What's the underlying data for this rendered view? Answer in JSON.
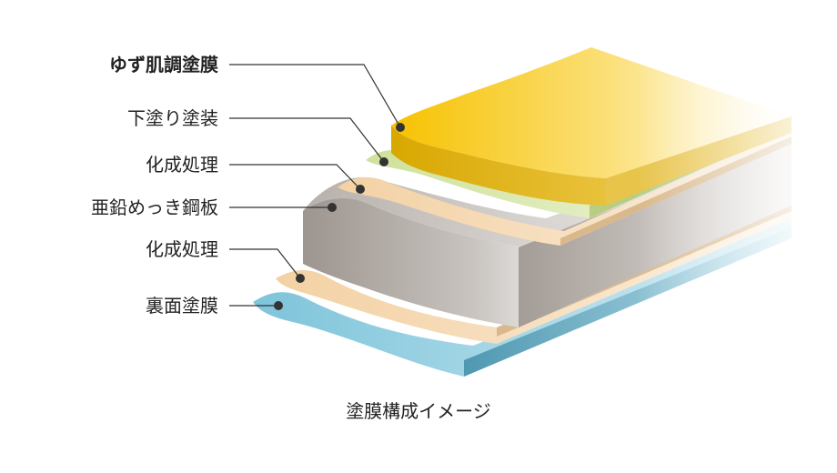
{
  "layers": [
    {
      "id": "topcoat",
      "label": "ゆず肌調塗膜",
      "bold": true,
      "color": "#f5c400"
    },
    {
      "id": "primer",
      "label": "下塗り塗装",
      "bold": false,
      "color": "#d6e6a6"
    },
    {
      "id": "chem1",
      "label": "化成処理",
      "bold": false,
      "color": "#f5d6ad"
    },
    {
      "id": "steel",
      "label": "亜鉛めっき鋼板",
      "bold": false,
      "color": "#b8b1ac"
    },
    {
      "id": "chem2",
      "label": "化成処理",
      "bold": false,
      "color": "#f5d6ad"
    },
    {
      "id": "backcoat",
      "label": "裏面塗膜",
      "bold": false,
      "color": "#86c9dd"
    }
  ],
  "caption": "塗膜構成イメージ"
}
